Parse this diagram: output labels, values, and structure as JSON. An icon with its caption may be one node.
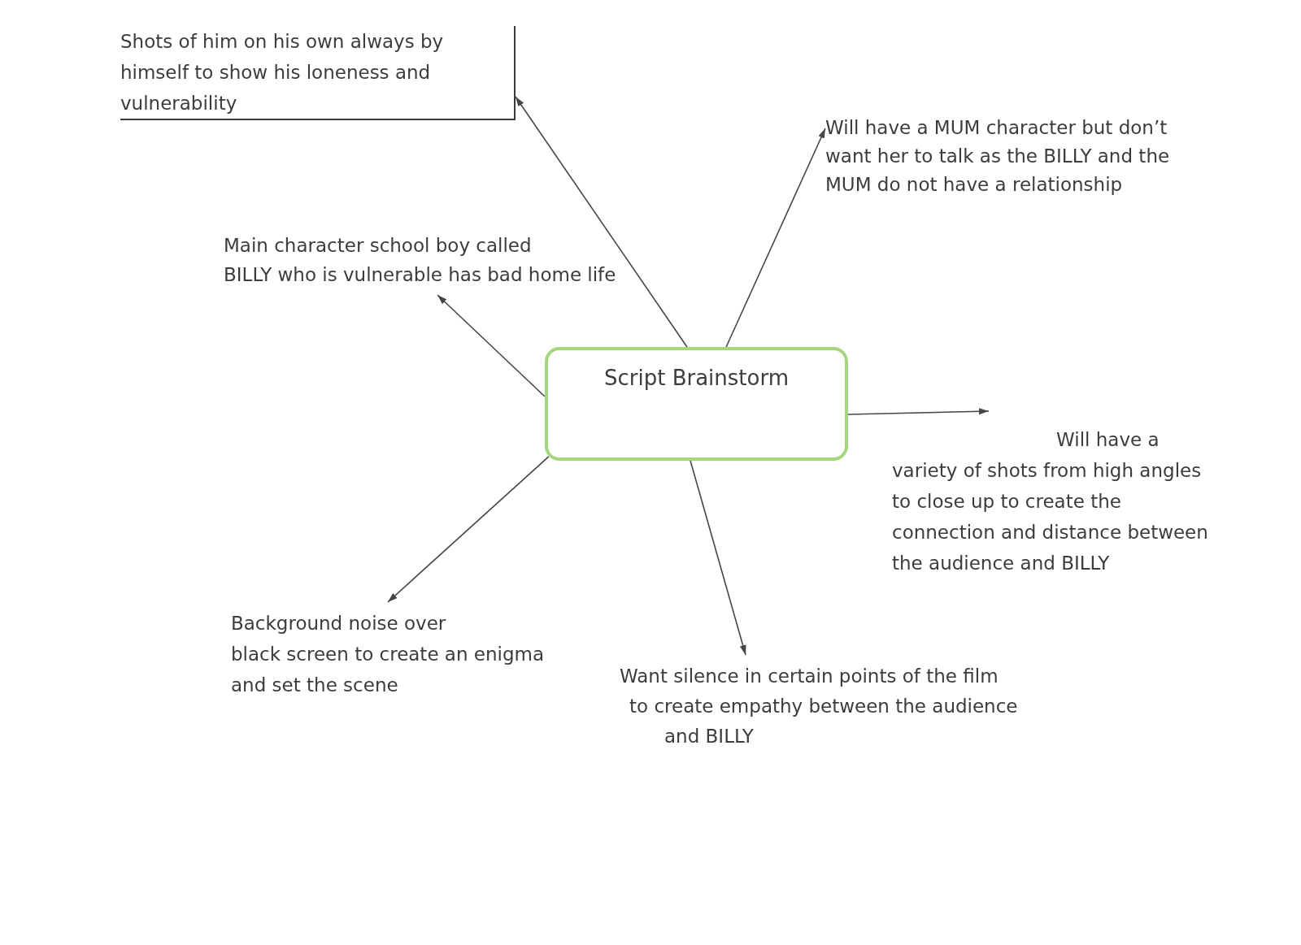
{
  "diagram": {
    "nodes": [
      {
        "text": [
          "Shots of him on his own always by himself to show his loneness and vulnerability"
        ]
      },
      {
        "text": [
          "Will have a MUM character but don’t want her to talk as the BILLY and the MUM do not have a relationship"
        ]
      },
      {
        "text": [
          "Main character school boy called BILLY who is vulnerable has bad home life"
        ]
      },
      {
        "text": [
          "Script Brainstorm"
        ]
      },
      {
        "text": [
          "Will have a variety of shots from high angles to close up to create the connection and distance between the audience and BILLY"
        ]
      },
      {
        "text": [
          "Background noise over black screen to create an enigma and set the scene"
        ]
      },
      {
        "text": [
          "Want silence in certain points of the film to create empathy between the audience and BILLY"
        ]
      }
    ],
    "edges": [
      {
        "from": 3,
        "to": 2,
        "arrow": "to"
      },
      {
        "from": 3,
        "to": 0,
        "arrow": "to"
      },
      {
        "from": 3,
        "to": 1,
        "arrow": "to"
      },
      {
        "from": 3,
        "to": 4,
        "arrow": "to"
      },
      {
        "from": 3,
        "to": 6,
        "arrow": "to"
      },
      {
        "from": 3,
        "to": 5,
        "arrow": "to"
      }
    ]
  }
}
